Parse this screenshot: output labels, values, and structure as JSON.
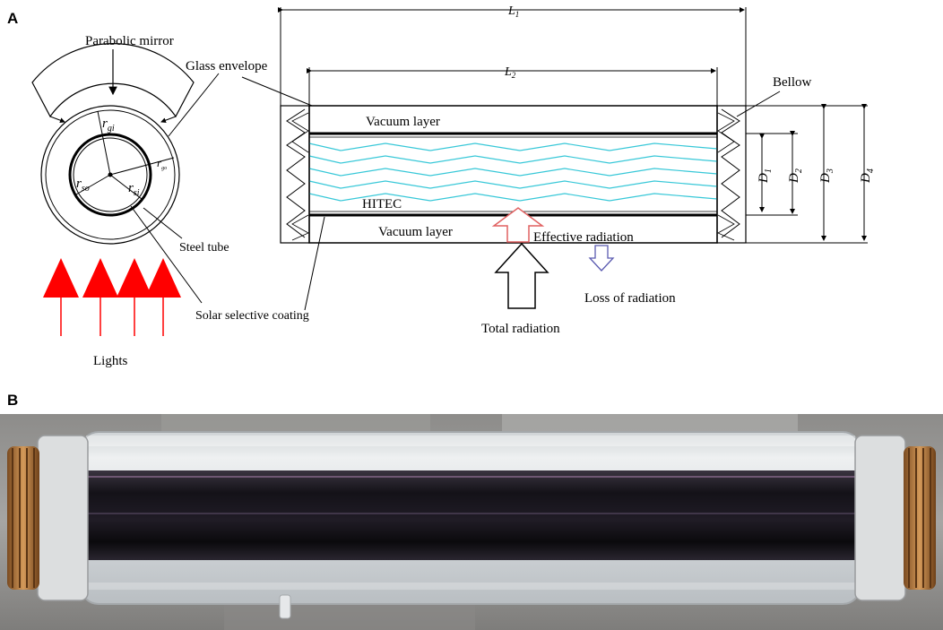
{
  "panels": {
    "a": "A",
    "b": "B"
  },
  "cross_section": {
    "parabolic_mirror": "Parabolic mirror",
    "glass_envelope": "Glass envelope",
    "steel_tube": "Steel tube",
    "solar_selective_coating": "Solar selective coating",
    "lights": "Lights",
    "r_gi": {
      "base": "r",
      "sub": "gi"
    },
    "r_go": {
      "base": "r",
      "sub": "go"
    },
    "r_so": {
      "base": "r",
      "sub": "so"
    },
    "r_si": {
      "base": "r",
      "sub": "si"
    }
  },
  "longitudinal": {
    "L1": {
      "base": "L",
      "sub": "1"
    },
    "L2": {
      "base": "L",
      "sub": "2"
    },
    "bellow": "Bellow",
    "vacuum_top": "Vacuum layer",
    "vacuum_bottom": "Vacuum layer",
    "hitec": "HITEC",
    "effective_radiation": "Effective radiation",
    "loss_of_radiation": "Loss of radiation",
    "total_radiation": "Total radiation",
    "D1": {
      "base": "D",
      "sub": "1"
    },
    "D2": {
      "base": "D",
      "sub": "2"
    },
    "D3": {
      "base": "D",
      "sub": "3"
    },
    "D4": {
      "base": "D",
      "sub": "4"
    }
  },
  "colors": {
    "arrow_red": "#ff0000",
    "fluid_cyan": "#38c8d8",
    "effective_arrow": "#e06060",
    "loss_arrow": "#5a5ab0",
    "copper": "#b8773a"
  }
}
